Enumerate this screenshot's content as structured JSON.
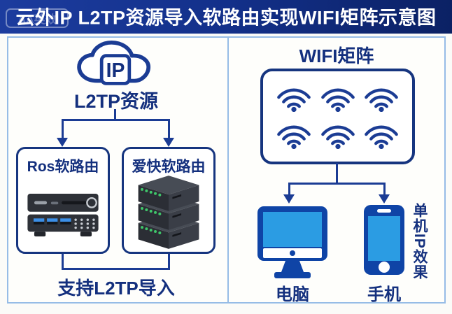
{
  "banner": {
    "title": "云外IP L2TP资源导入软路由实现WIFI矩阵示意图",
    "watermark": "AA英效"
  },
  "left_panel": {
    "cloud_badge": "IP",
    "cloud_icon": "cloud-ip-icon",
    "source_label": "L2TP资源",
    "routers": [
      {
        "title": "Ros软路由",
        "icon": "rack-router-image"
      },
      {
        "title": "爱快软路由",
        "icon": "server-stack-image"
      }
    ],
    "footer_label": "支持L2TP导入"
  },
  "right_panel": {
    "matrix_title": "WIFI矩阵",
    "wifi_count": 6,
    "wifi_icon": "wifi-signal-icon",
    "devices": [
      {
        "label": "电脑",
        "icon": "desktop-computer-icon"
      },
      {
        "label": "手机",
        "icon": "smartphone-icon"
      }
    ],
    "side_note": "单机IP效果"
  },
  "colors": {
    "banner_blue_start": "#1C3C9E",
    "banner_blue_end": "#0B2164",
    "navy_text": "#14307E",
    "line_navy": "#1B3C94",
    "panel_border_blue": "#96BCE6",
    "device_blue": "#0F44A6",
    "screen_blue": "#2B9CE3",
    "led_green": "#3FC76A"
  }
}
